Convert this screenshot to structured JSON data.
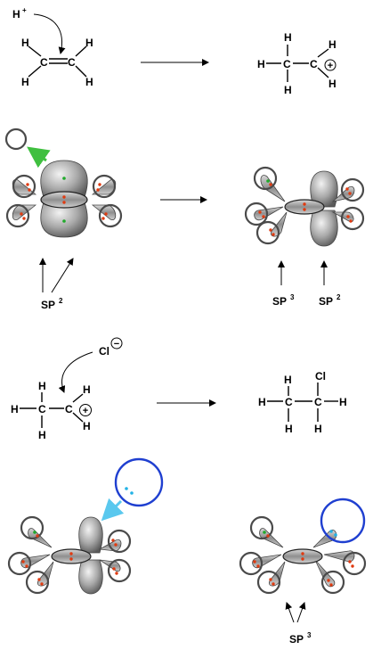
{
  "reaction1": {
    "proton": "H",
    "proton_charge": "+",
    "reactant_atoms": [
      "H",
      "H",
      "C",
      "C",
      "H",
      "H"
    ],
    "product_atoms": [
      "H",
      "H",
      "H",
      "C",
      "C",
      "H",
      "H"
    ],
    "product_charge": "+"
  },
  "orbital_panel1": {
    "left_label": "SP",
    "left_label_sup": "2",
    "right_label_a": "SP",
    "right_label_a_sup": "3",
    "right_label_b": "SP",
    "right_label_b_sup": "2"
  },
  "reaction2": {
    "nucleophile": "Cl",
    "nucleophile_charge": "−",
    "reactant_atoms": [
      "H",
      "H",
      "C",
      "C",
      "H",
      "H",
      "H"
    ],
    "reactant_charge": "+",
    "product_atoms": [
      "Cl",
      "H",
      "H",
      "C",
      "C",
      "H",
      "H",
      "H"
    ]
  },
  "orbital_panel2": {
    "right_label": "SP",
    "right_label_sup": "3"
  },
  "colors": {
    "electron_red": "#e03a10",
    "electron_green": "#1faa2a",
    "electron_cyan": "#22b2e6",
    "circle_gray": "#4a4a4a",
    "circle_blue": "#1f3fd0"
  }
}
